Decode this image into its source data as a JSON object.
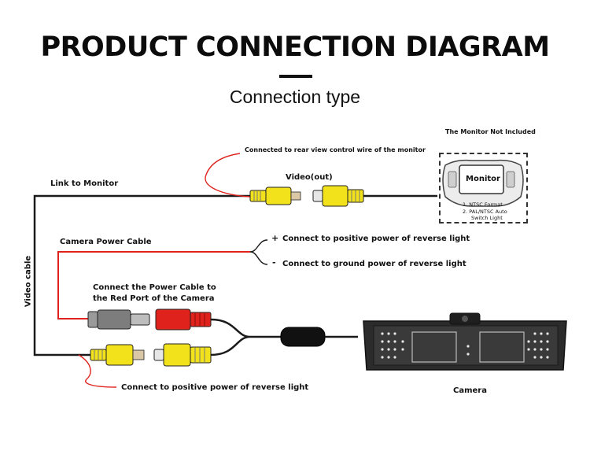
{
  "header": {
    "title": "PRODUCT CONNECTION DIAGRAM",
    "subtitle": "Connection type"
  },
  "monitor": {
    "note": "The Monitor Not Included",
    "label": "Monitor",
    "spec_1": "1. NTSC Format",
    "spec_2_line1": "2. PAL/NTSC Auto",
    "spec_2_line2": "Switch Light"
  },
  "labels": {
    "rear_view_wire": "Connected to rear view control wire of the monitor",
    "video_out": "Video(out)",
    "link_to_monitor": "Link to Monitor",
    "camera_power_cable": "Camera Power Cable",
    "positive_sign": "+",
    "negative_sign": "-",
    "positive_power": "Connect to positive power of reverse light",
    "ground_power": "Connect to ground power of reverse light",
    "video_cable": "Video cable",
    "power_to_red_line1": "Connect the Power Cable to",
    "power_to_red_line2": "the Red Port of the Camera",
    "bottom_positive": "Connect to positive power of reverse light",
    "camera": "Camera"
  },
  "colors": {
    "cable": "#1a1a1a",
    "power_wire": "#e0221c",
    "rca_yellow": "#f2e21b",
    "rca_red": "#e0221c",
    "plug_gray": "#7d7d7d"
  }
}
